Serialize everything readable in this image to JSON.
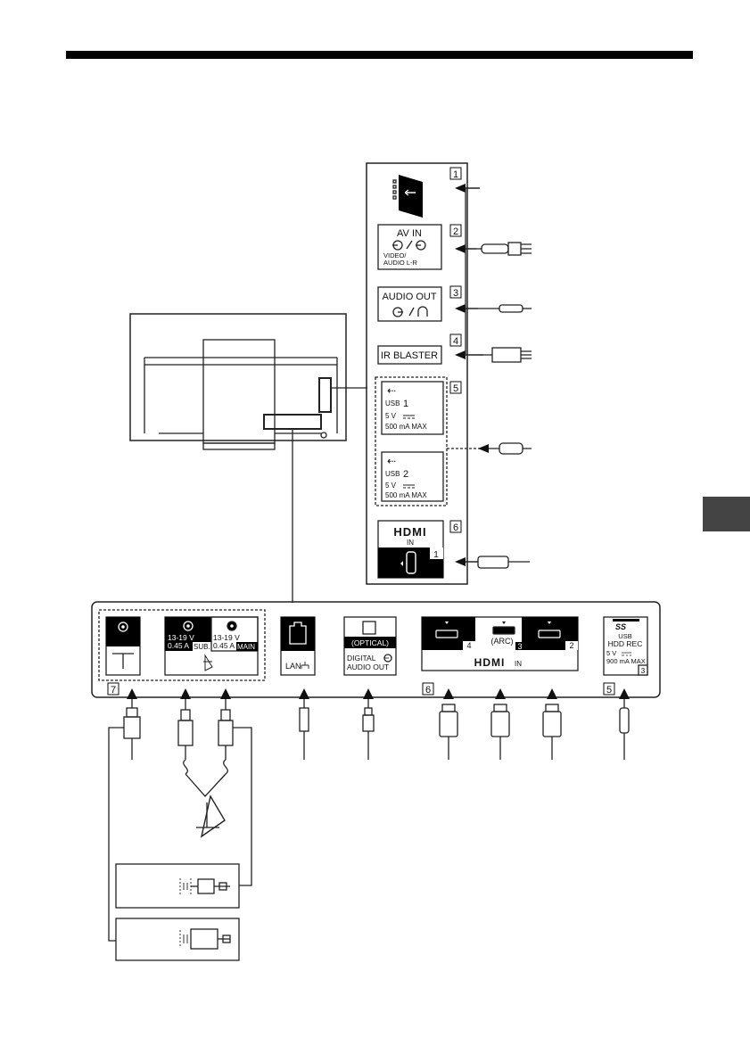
{
  "side_panel": {
    "num_1": "1",
    "num_2": "2",
    "num_3": "3",
    "num_4": "4",
    "num_5": "5",
    "num_6": "6",
    "av_in": "AV IN",
    "av_in_sub1": "VIDEO/",
    "av_in_sub2": "AUDIO L-R",
    "audio_out": "AUDIO OUT",
    "ir_blaster": "IR BLASTER",
    "usb1": "USB",
    "usb1_num": "1",
    "usb1_v": "5 V",
    "usb1_ma": "500 mA MAX",
    "usb2": "USB",
    "usb2_num": "2",
    "usb2_v": "5 V",
    "usb2_ma": "500 mA MAX",
    "hdmi_logo": "HDMI",
    "hdmi_in": "IN",
    "hdmi_num": "1"
  },
  "bottom_panel": {
    "num_7": "7",
    "num_6": "6",
    "num_5": "5",
    "sat_sub_v": "13-19 V",
    "sat_sub_a": "0.45 A",
    "sat_sub_label": "SUB.",
    "sat_main_v": "13-19 V",
    "sat_main_a": "0.45 A",
    "sat_main_label": "MAIN",
    "lan": "LAN",
    "optical": "(OPTICAL)",
    "digital": "DIGITAL",
    "audio_out": "AUDIO OUT",
    "hdmi4": "4",
    "hdmi3": "3",
    "arc": "(ARC)",
    "hdmi2": "2",
    "hdmi_logo": "HDMI",
    "hdmi_in": "IN",
    "ss_logo": "SS",
    "usb": "USB",
    "hdd_rec": "HDD REC",
    "usb3_v": "5 V",
    "usb3_ma": "900 mA MAX",
    "usb3_num": "3"
  },
  "colors": {
    "line": "#222222",
    "tab": "#444444",
    "background": "#ffffff"
  }
}
